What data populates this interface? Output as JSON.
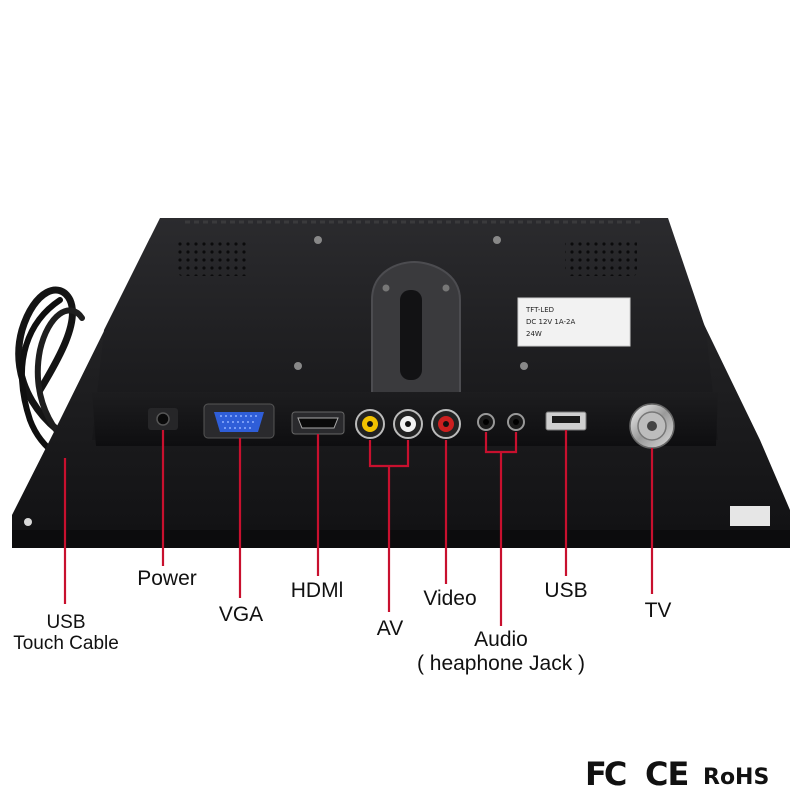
{
  "labels": {
    "usb_touch_line1": "USB",
    "usb_touch_line2": "Touch Cable",
    "power": "Power",
    "vga": "VGA",
    "hdmi": "HDMl",
    "av": "AV",
    "video": "Video",
    "audio_line1": "Audio",
    "audio_line2": "( heaphone Jack )",
    "usb": "USB",
    "tv": "TV"
  },
  "sticker": {
    "line1": "TFT-LED",
    "line2": "DC 12V 1A-2A",
    "line3": "24W"
  },
  "certifications": [
    "FC",
    "CE",
    "RoHS"
  ],
  "colors": {
    "pointer": "#c8102e",
    "av_yellow": "#f2c200",
    "av_white": "#f2f2f2",
    "video_red": "#cc1f1f",
    "housing": "#1c1c1e"
  }
}
